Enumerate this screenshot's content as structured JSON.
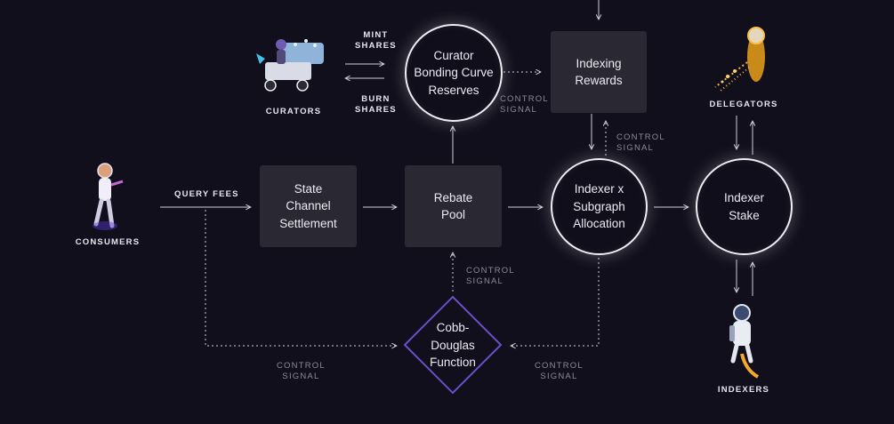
{
  "actors": {
    "curators": "CURATORS",
    "consumers": "CONSUMERS",
    "delegators": "DELEGATORS",
    "indexers": "INDEXERS"
  },
  "nodes": {
    "curator_bonding_curve": "Curator\nBonding Curve\nReserves",
    "indexing_rewards": "Indexing\nRewards",
    "state_channel_settlement": "State\nChannel\nSettlement",
    "rebate_pool": "Rebate\nPool",
    "indexer_subgraph_allocation": "Indexer x\nSubgraph\nAllocation",
    "indexer_stake": "Indexer\nStake",
    "cobb_douglas": "Cobb-\nDouglas\nFunction"
  },
  "edge_labels": {
    "mint_shares": "MINT\nSHARES",
    "burn_shares": "BURN\nSHARES",
    "query_fees": "QUERY FEES",
    "control_signal_curator": "CONTROL\nSIGNAL",
    "control_signal_rewards": "CONTROL\nSIGNAL",
    "control_signal_rebate": "CONTROL\nSIGNAL",
    "control_signal_left_bottom": "CONTROL\nSIGNAL",
    "control_signal_right_bottom": "CONTROL\nSIGNAL"
  },
  "colors": {
    "background": "#120f1d",
    "box_fill": "#2a2833",
    "circle_stroke": "#efeef5",
    "diamond_stroke": "#6b4fc9",
    "arrow": "#cfcdd8",
    "dim_text": "#8c8a98"
  },
  "icons": {
    "curators": "curator-machine-icon",
    "consumers": "astronaut-consumer-icon",
    "delegators": "rocket-delegator-icon",
    "indexers": "jetpack-indexer-icon"
  }
}
